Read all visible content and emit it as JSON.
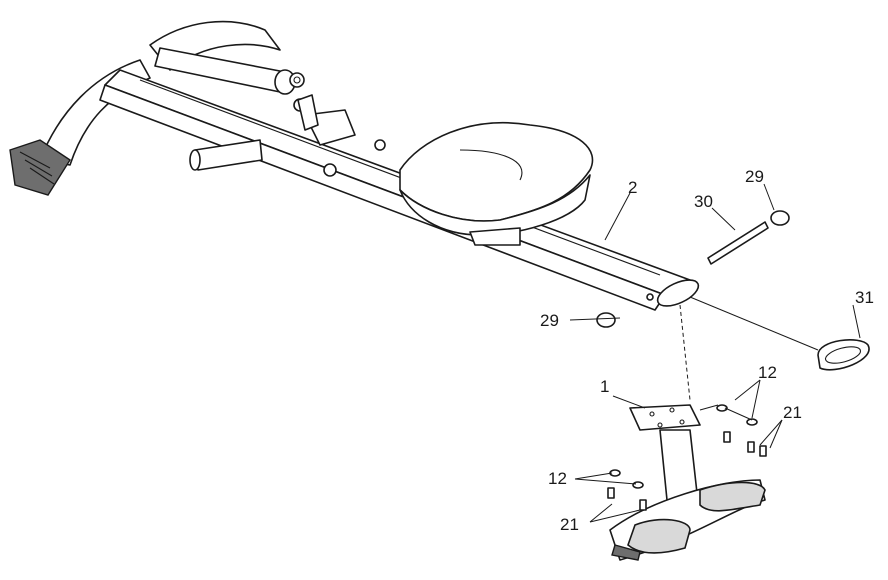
{
  "callouts": {
    "c1": "1",
    "c2": "2",
    "c12a": "12",
    "c12b": "12",
    "c21a": "21",
    "c21b": "21",
    "c29a": "29",
    "c29b": "29",
    "c30": "30",
    "c31": "31"
  },
  "colors": {
    "line": "#1a1a1a",
    "shade": "#d9d9d9",
    "dark": "#6e6e6e",
    "background": "#ffffff"
  }
}
